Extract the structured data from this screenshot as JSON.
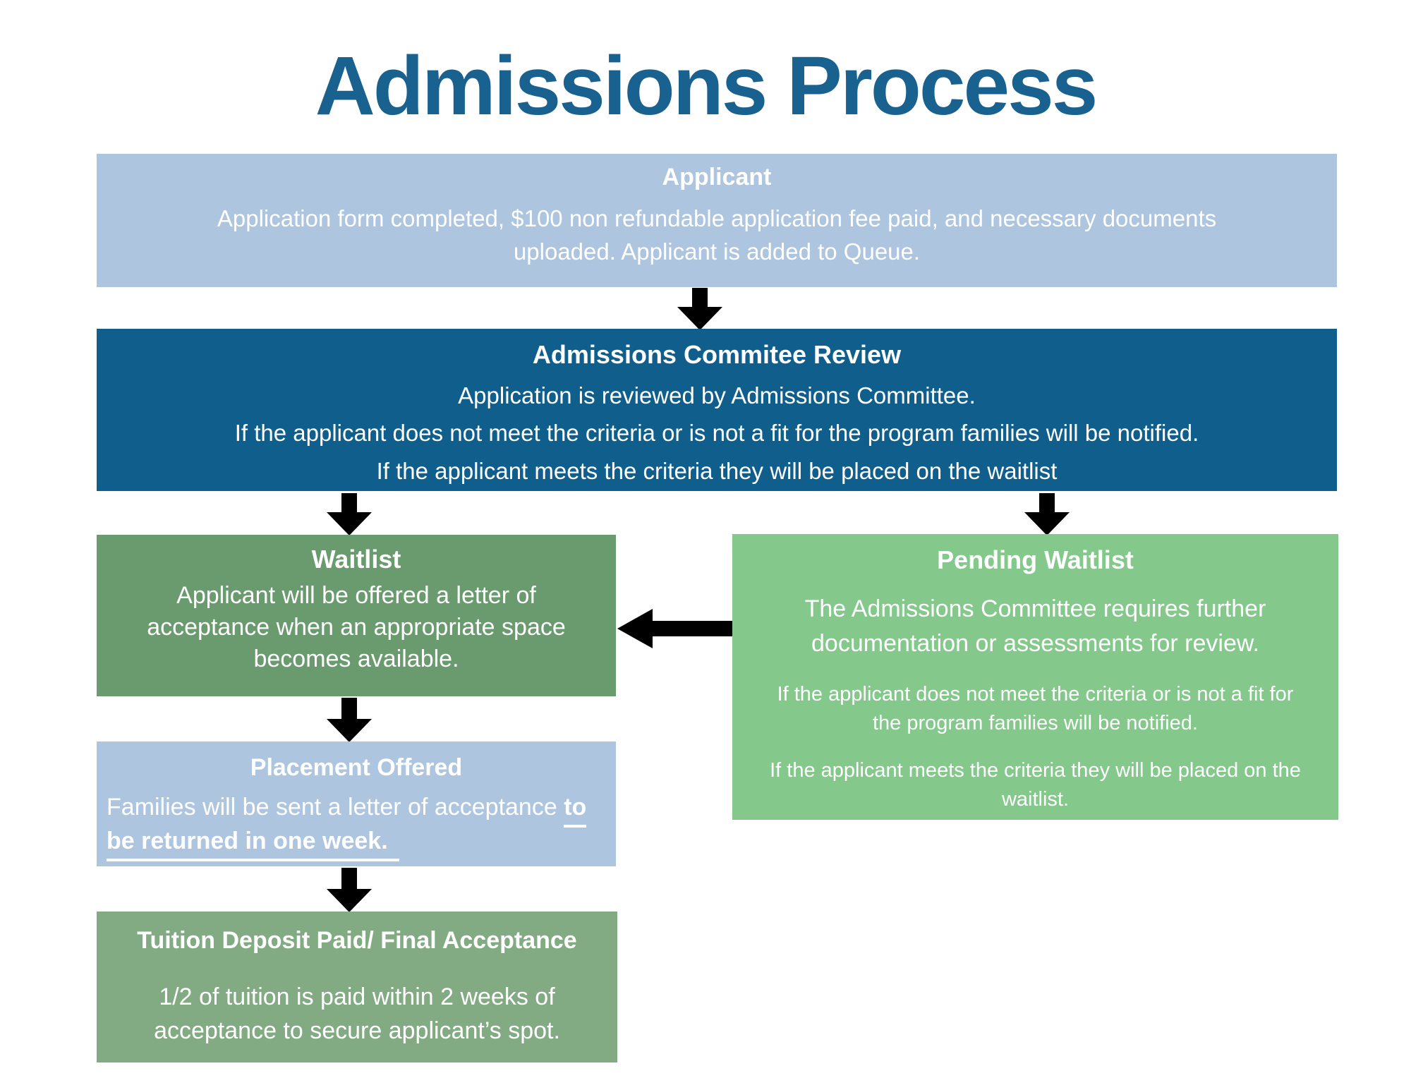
{
  "title": "Admissions Process",
  "colors": {
    "title_text": "#19618f",
    "light_blue_box": "#adc5df",
    "dark_blue_box": "#0f5e8c",
    "dark_green_box": "#6a9b6e",
    "light_green_box": "#85c88b",
    "sage_green_box": "#82ab84",
    "box_text": "#ffffff",
    "arrow": "#000000",
    "background": "#ffffff"
  },
  "boxes": {
    "applicant": {
      "heading": "Applicant",
      "body": "Application form completed, $100 non refundable application fee paid, and necessary documents uploaded. Applicant is added to Queue."
    },
    "review": {
      "heading": "Admissions Commitee Review",
      "lines": [
        "Application is reviewed by Admissions Committee.",
        "If the applicant does not meet the criteria or is not a fit for the program families will be notified.",
        "If the applicant meets the criteria they will be placed on the waitlist"
      ]
    },
    "waitlist": {
      "heading": "Waitlist",
      "body": "Applicant will be offered a letter of acceptance when an appropriate space becomes available."
    },
    "pending": {
      "heading": "Pending Waitlist",
      "paragraphs": [
        "The Admissions Committee requires further documentation or assessments for review.",
        "If the applicant does not meet the criteria or is not a fit for the program families will be notified.",
        "If the applicant meets the criteria they will be placed on the waitlist."
      ]
    },
    "placement": {
      "heading": "Placement Offered",
      "body_regular": "Families will be sent a letter of acceptance ",
      "body_bold": "to be returned in one week."
    },
    "tuition": {
      "heading": "Tuition Deposit Paid/ Final Acceptance",
      "body": "1/2 of tuition is paid within 2 weeks of acceptance to secure applicant’s spot."
    }
  },
  "connections": [
    {
      "from": "applicant",
      "to": "review",
      "direction": "down"
    },
    {
      "from": "review",
      "to": "waitlist",
      "direction": "down"
    },
    {
      "from": "review",
      "to": "pending_waitlist",
      "direction": "down"
    },
    {
      "from": "pending_waitlist",
      "to": "waitlist",
      "direction": "left"
    },
    {
      "from": "waitlist",
      "to": "placement_offered",
      "direction": "down"
    },
    {
      "from": "placement_offered",
      "to": "tuition_deposit",
      "direction": "down"
    }
  ]
}
